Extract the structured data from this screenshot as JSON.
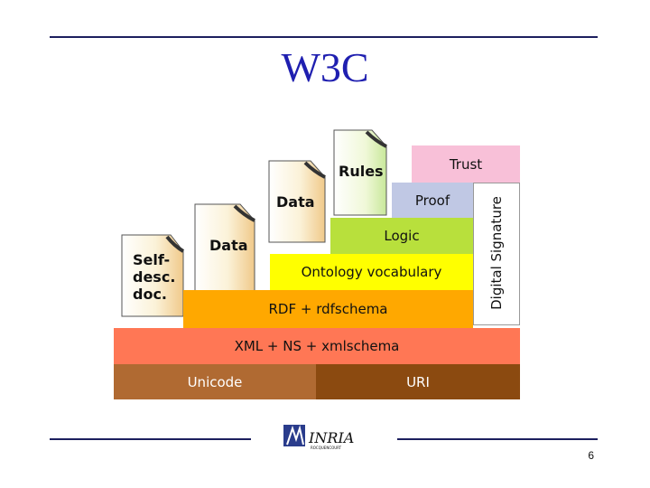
{
  "title": "W3C",
  "layers": {
    "unicode": "Unicode",
    "uri": "URI",
    "xml": "XML + NS + xmlschema",
    "rdf": "RDF + rdfschema",
    "ontology": "Ontology vocabulary",
    "logic": "Logic",
    "proof": "Proof",
    "trust": "Trust",
    "digital_signature": "Digital Signature"
  },
  "documents": {
    "self_desc": "Self-\ndesc.\ndoc.",
    "data_lower": "Data",
    "data_upper": "Data",
    "rules": "Rules"
  },
  "logo": {
    "name": "INRIA",
    "subtext": "ROCQUENCOURT"
  },
  "page_number": "6",
  "colors": {
    "unicode": "#b06a32",
    "uri": "#8b4a10",
    "xml": "#ff7755",
    "rdf": "#ffa800",
    "ontology": "#ffff00",
    "logic": "#b8e03c",
    "proof": "#c0c8e4",
    "trust": "#f8c0d8",
    "title": "#1f1fb0"
  }
}
